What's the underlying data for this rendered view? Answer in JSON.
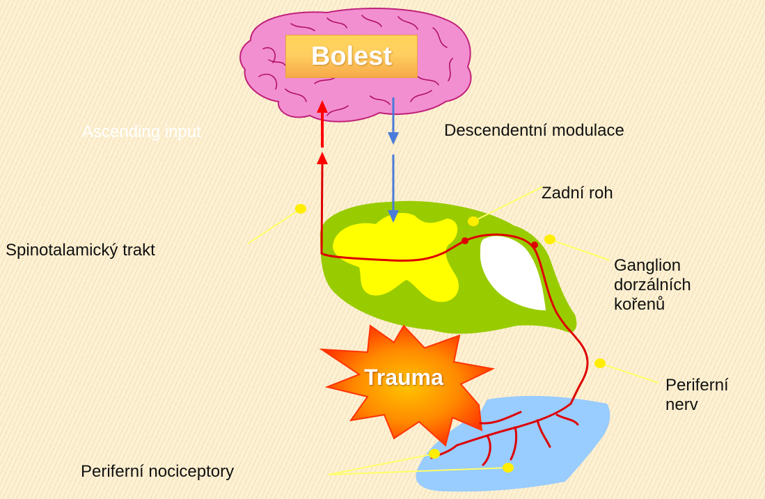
{
  "brain": {
    "label": "Bolest"
  },
  "trauma": {
    "label": "Trauma"
  },
  "labels": {
    "ascending_input": "Ascending input",
    "descending_modulation": "Descendentní modulace",
    "dorsal_horn": "Zadní roh",
    "spinothalamic_tract": "Spinotalamický trakt",
    "dorsal_root_ganglion": [
      "Ganglion",
      "dorzálních",
      "kořenů"
    ],
    "peripheral_nerve": [
      "Periferní",
      "nerv"
    ],
    "peripheral_nociceptors": "Periferní nociceptory"
  },
  "colors": {
    "brain_fill": "#f28fd0",
    "brain_outline": "#c0207a",
    "spinal_cord_outer": "#99cc00",
    "spinal_cord_inner": "#ffff00",
    "ganglion_white": "#ffffff",
    "skin_patch": "#99ccff",
    "ascending_arrow": "#ff0000",
    "descending_arrow": "#4a7bd8",
    "nerve_fiber": "#dd0000",
    "pointer_line": "#ffff66",
    "pointer_dot": "#ffee00",
    "trauma_star_outer": "#ff3300",
    "trauma_star_inner": "#ff9900"
  }
}
